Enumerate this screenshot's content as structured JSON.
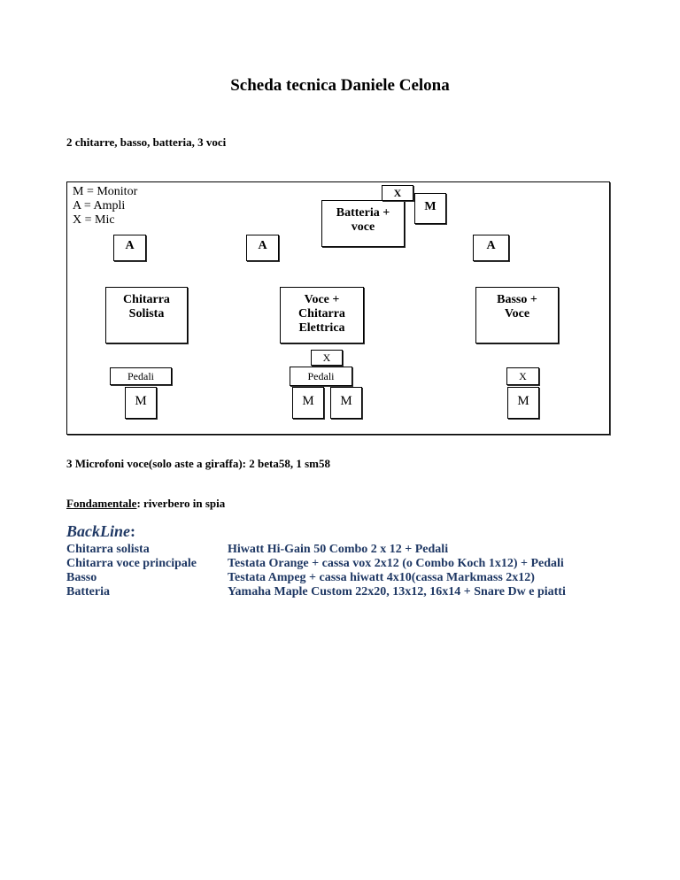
{
  "document": {
    "title": "Scheda tecnica Daniele Celona",
    "subtitle": "2 chitarre, basso, batteria, 3 voci"
  },
  "stage": {
    "legend": [
      "M = Monitor",
      "A = Ampli",
      "X = Mic"
    ],
    "drums": {
      "line1": "Batteria +",
      "line2": "voce",
      "mic": "X",
      "monitor": "M"
    },
    "amps": [
      "A",
      "A",
      "A"
    ],
    "left_player": {
      "line1": "Chitarra",
      "line2": "Solista"
    },
    "center_player": {
      "line1": "Voce +",
      "line2": "Chitarra",
      "line3": "Elettrica"
    },
    "right_player": {
      "line1": "Basso +",
      "line2": "Voce"
    },
    "center_mic": "X",
    "left_pedals": "Pedali",
    "center_pedals": "Pedali",
    "right_mic": "X",
    "monitors": [
      "M",
      "M",
      "M",
      "M"
    ]
  },
  "notes": {
    "microphones": "3 Microfoni voce(solo aste a giraffa): 2 beta58, 1 sm58",
    "fundamental_label": "Fondamentale",
    "fundamental_text": ": riverbero in spia"
  },
  "backline": {
    "title": "BackLine",
    "title_colon": ":",
    "color": "#1f3864",
    "rows": [
      {
        "label": "Chitarra solista",
        "value": "Hiwatt Hi-Gain 50 Combo 2 x 12 + Pedali"
      },
      {
        "label": "Chitarra voce principale",
        "value": "Testata Orange + cassa vox 2x12 (o Combo Koch 1x12) + Pedali"
      },
      {
        "label": "Basso",
        "value": "Testata Ampeg + cassa hiwatt 4x10(cassa Markmass  2x12)"
      },
      {
        "label": "Batteria",
        "value": "Yamaha Maple Custom 22x20, 13x12, 16x14  + Snare Dw e piatti"
      }
    ]
  }
}
